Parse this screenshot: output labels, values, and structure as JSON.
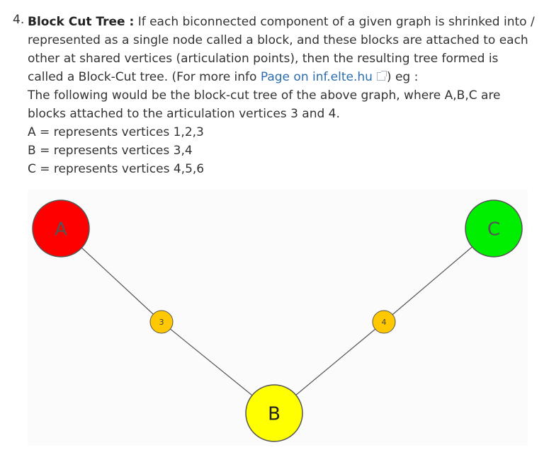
{
  "item_number": "4.",
  "heading": "Block Cut Tree :",
  "intro": "If each biconnected component of a given graph is shrinked into / represented as a single node called a block, and these blocks are attached to each other at shared vertices (articulation points), then the resulting tree formed is called a Block-Cut tree. (For more info",
  "link_text": "Page on inf.elte.hu",
  "after_link": ") eg :",
  "description": "The following would be the block-cut tree of the above graph, where A,B,C are blocks attached to the articulation vertices 3 and 4.",
  "definitions": [
    "A = represents vertices 1,2,3",
    "B = represents vertices 3,4",
    "C = represents vertices 4,5,6"
  ],
  "diagram": {
    "nodes": [
      {
        "id": "A",
        "label": "A",
        "kind": "block",
        "color": "#ff0000"
      },
      {
        "id": "C",
        "label": "C",
        "kind": "block",
        "color": "#00ee00"
      },
      {
        "id": "B",
        "label": "B",
        "kind": "block",
        "color": "#ffff00"
      },
      {
        "id": "3",
        "label": "3",
        "kind": "articulation",
        "color": "#ffc800"
      },
      {
        "id": "4",
        "label": "4",
        "kind": "articulation",
        "color": "#ffc800"
      }
    ],
    "edges": [
      {
        "from": "A",
        "to": "3"
      },
      {
        "from": "3",
        "to": "B"
      },
      {
        "from": "B",
        "to": "4"
      },
      {
        "from": "4",
        "to": "C"
      }
    ]
  }
}
